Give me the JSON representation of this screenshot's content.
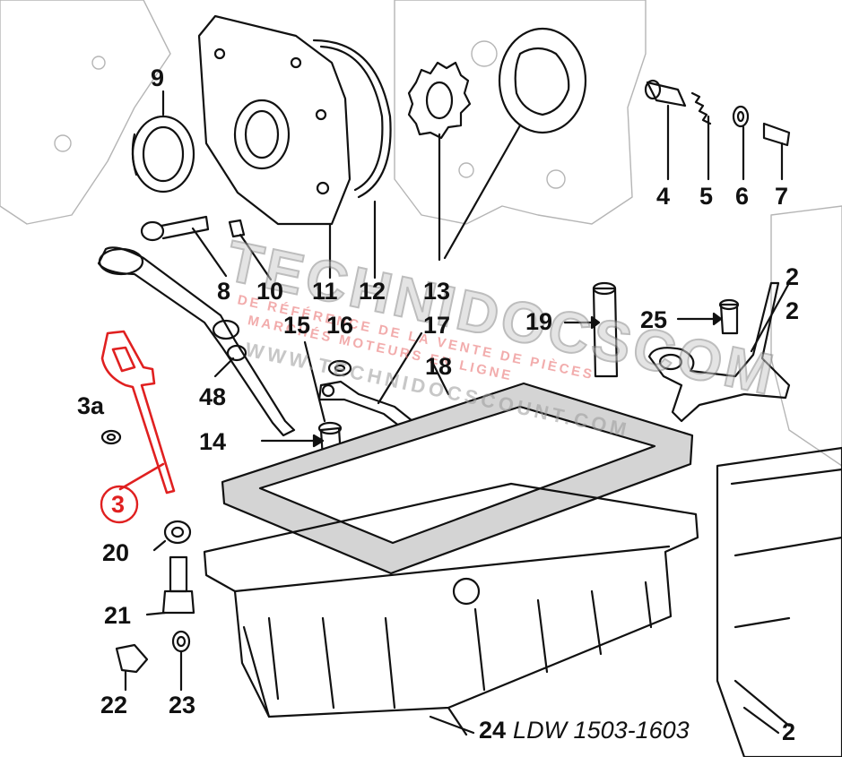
{
  "labels": {
    "l9": "9",
    "l4": "4",
    "l5": "5",
    "l6": "6",
    "l7": "7",
    "l8": "8",
    "l10": "10",
    "l11": "11",
    "l12": "12",
    "l13": "13",
    "l2a": "2",
    "l2b": "2",
    "l19": "19",
    "l25": "25",
    "l15": "15",
    "l16": "16",
    "l17": "17",
    "l18": "18",
    "l3a": "3a",
    "l48": "48",
    "l14": "14",
    "l3": "3",
    "l20": "20",
    "l21": "21",
    "l22": "22",
    "l23": "23",
    "l2c": "2"
  },
  "caption": {
    "number": "24",
    "model": "LDW 1503-1603"
  },
  "watermark": {
    "title": "TECHNIDOCSCOM",
    "line1": "DE RÉFÉRENCE DE LA VENTE DE PIÈCES",
    "line2": "MARCHÉS MOTEURS EN LIGNE",
    "line3": "WWW.TECHNIDOCSCOUNT.COM"
  },
  "colors": {
    "highlight": "#e02020",
    "ink": "#111111",
    "gasket": "#9a9a9a"
  }
}
